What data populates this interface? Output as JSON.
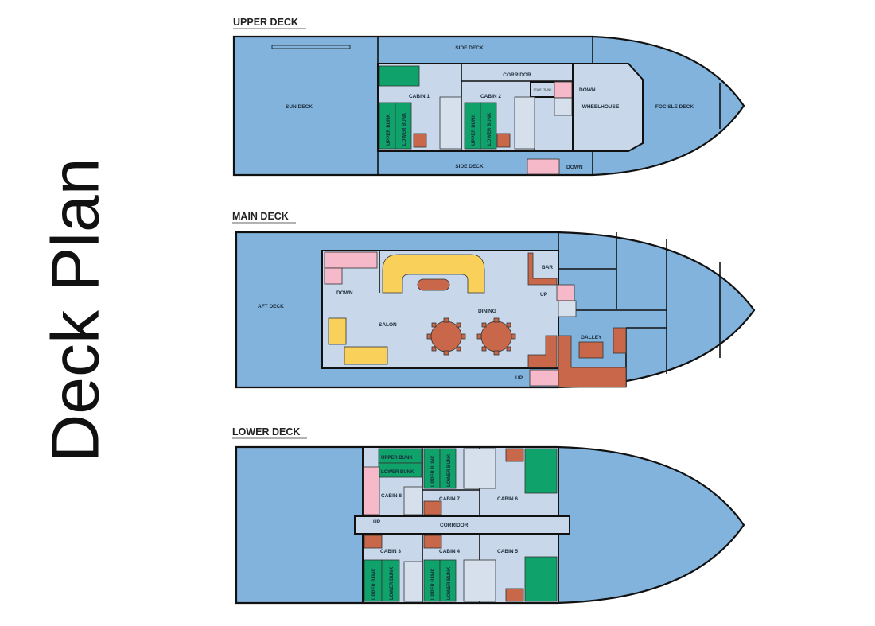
{
  "title": "Deck Plan",
  "colors": {
    "hull": "#82b3dc",
    "interior": "#c8d8ea",
    "bunk": "#0fa36b",
    "furniture": "#c9674a",
    "seating": "#f8d05a",
    "stairs": "#f6b9c9"
  },
  "upper_deck": {
    "heading": "UPPER DECK",
    "labels": {
      "sun_deck": "SUN DECK",
      "side_deck_top": "SIDE DECK",
      "side_deck_bottom": "SIDE DECK",
      "corridor": "CORRIDOR",
      "cabin1": "CABIN 1",
      "cabin2": "CABIN 2",
      "stair_trunk": "STAIR TRUNK",
      "down1": "DOWN",
      "down2": "DOWN",
      "wheelhouse": "WHEELHOUSE",
      "focsle": "FOC'SLE DECK",
      "upper_bunk": "UPPER BUNK",
      "lower_bunk": "LOWER BUNK"
    }
  },
  "main_deck": {
    "heading": "MAIN DECK",
    "labels": {
      "aft_deck": "AFT DECK",
      "down": "DOWN",
      "salon": "SALON",
      "dining": "DINING",
      "bar": "BAR",
      "up1": "UP",
      "up2": "UP",
      "galley": "GALLEY"
    }
  },
  "lower_deck": {
    "heading": "LOWER DECK",
    "labels": {
      "upper_bunk": "UPPER BUNK",
      "lower_bunk": "LOWER BUNK",
      "cabin8": "CABIN 8",
      "cabin7": "CABIN 7",
      "cabin6": "CABIN 6",
      "up": "UP",
      "corridor": "CORRIDOR",
      "cabin3": "CABIN 3",
      "cabin4": "CABIN 4",
      "cabin5": "CABIN 5"
    }
  }
}
